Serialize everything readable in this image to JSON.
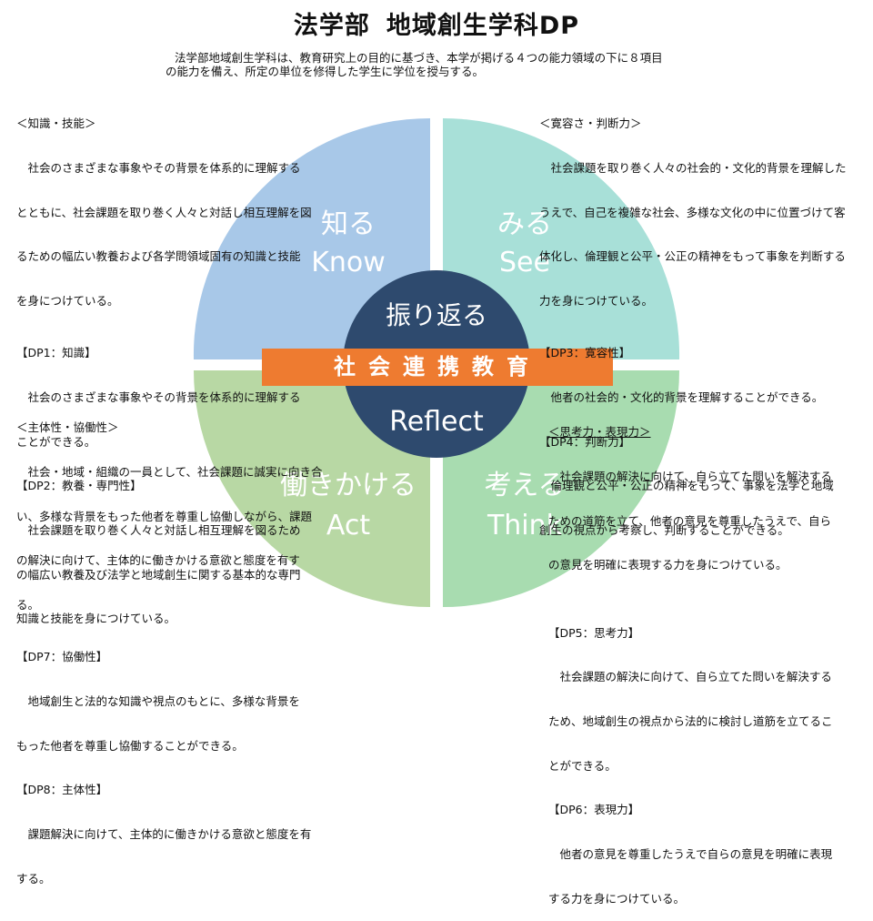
{
  "title": {
    "part1": "法学部",
    "part2": "地域創生学科DP"
  },
  "intro": {
    "line1": "法学部地域創生学科は、教育研究上の目的に基づき、本学が掲げる４つの能力領域の下に８項目",
    "line2": "の能力を備え、所定の単位を修得した学生に学位を授与する。"
  },
  "colors": {
    "know": "#a8c8e8",
    "see": "#a8e0d8",
    "act": "#b8d8a4",
    "think": "#a8dcb0",
    "center": "#2e4a6e",
    "banner": "#ee7b30"
  },
  "quadrants": {
    "know": {
      "jp": "知る",
      "en": "Know"
    },
    "see": {
      "jp": "みる",
      "en": "See"
    },
    "act": {
      "jp": "働きかける",
      "en": "Act"
    },
    "think": {
      "jp": "考える",
      "en": "Think"
    }
  },
  "center": {
    "top": "振り返る",
    "bottom": "Reflect"
  },
  "banner": "社会連携教育",
  "panels": {
    "knowledge": {
      "heading": "＜知識・技能＞",
      "body": [
        "　社会のさまざまな事象やその背景を体系的に理解する",
        "とともに、社会課題を取り巻く人々と対話し相互理解を図",
        "るための幅広い教養および各学問領域固有の知識と技能",
        "を身につけている。"
      ],
      "dp1_title": "【DP1：知識】",
      "dp1_body": [
        "　社会のさまざまな事象やその背景を体系的に理解する",
        "ことができる。"
      ],
      "dp2_title": "【DP2：教養・専門性】",
      "dp2_body": [
        "　社会課題を取り巻く人々と対話し相互理解を図るため",
        "の幅広い教養及び法学と地域創生に関する基本的な専門",
        "知識と技能を身につけている。"
      ]
    },
    "tolerance": {
      "heading": "＜寛容さ・判断力＞",
      "body": [
        "　社会課題を取り巻く人々の社会的・文化的背景を理解した",
        "うえで、自己を複雑な社会、多様な文化の中に位置づけて客",
        "体化し、倫理観と公平・公正の精神をもって事象を判断する",
        "力を身につけている。"
      ],
      "dp3_title": "【DP3：寛容性】",
      "dp3_body": [
        "　他者の社会的・文化的背景を理解することができる。"
      ],
      "dp4_title": "【DP4：判断力】",
      "dp4_body": [
        "　倫理観と公平・公正の精神をもって、事象を法学と地域",
        "創生の視点から考察し、判断することができる。"
      ]
    },
    "initiative": {
      "heading": "＜主体性・協働性＞",
      "body": [
        "　社会・地域・組織の一員として、社会課題に誠実に向き合",
        "い、多様な背景をもった他者を尊重し協働しながら、課題",
        "の解決に向けて、主体的に働きかける意欲と態度を有す",
        "る。"
      ],
      "dp7_title": "【DP7：協働性】",
      "dp7_body": [
        "　地域創生と法的な知識や視点のもとに、多様な背景を",
        "もった他者を尊重し協働することができる。"
      ],
      "dp8_title": "【DP8：主体性】",
      "dp8_body": [
        "　課題解決に向けて、主体的に働きかける意欲と態度を有",
        "する。"
      ]
    },
    "thinking": {
      "heading": "＜思考力・表現力＞",
      "body": [
        "　社会課題の解決に向けて、自ら立てた問いを解決する",
        "ための道筋を立て、他者の意見を尊重したうえで、自ら",
        "の意見を明確に表現する力を身につけている。"
      ],
      "dp5_title": "【DP5：思考力】",
      "dp5_body": [
        "　社会課題の解決に向けて、自ら立てた問いを解決する",
        "ため、地域創生の視点から法的に検討し道筋を立てるこ",
        "とができる。"
      ],
      "dp6_title": "【DP6：表現力】",
      "dp6_body": [
        "　他者の意見を尊重したうえで自らの意見を明確に表現",
        "する力を身につけている。"
      ]
    }
  }
}
